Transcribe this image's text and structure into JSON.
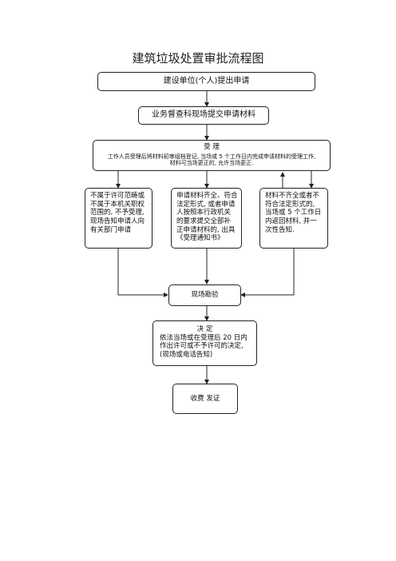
{
  "title": "建筑垃圾处置审批流程图",
  "steps": {
    "apply": "建设单位(个人)提出申请",
    "submit": "业务督查科现场提交申请材料",
    "accept": {
      "heading": "受        理",
      "lines": [
        "工作人员受理后将材料初审组档登记, 当场或 5 个工作日内完成申请材料的受理工作,",
        "材料可当场更正的, 允许当场更正."
      ]
    },
    "reject": [
      "不属于许可范畴或",
      "不属于本机关职权",
      "范围的, 不予受理,",
      "现场告知申请人向",
      "有关部门申请"
    ],
    "complete": [
      "申请材料齐全、符合",
      "法定形式, 或者申请",
      "人按照本行政机关",
      "的要求提交全部补",
      "正申请材料的, 出具",
      "《受理通知书》"
    ],
    "incomplete": [
      "材料不齐全或者不",
      "符合法定形式的,",
      "当场或 5 个工作日",
      "内返回材料, 并一",
      "次性告知."
    ],
    "inspect": "现场勘验",
    "decide": {
      "heading": "决        定",
      "lines": [
        "依法当场或在受理后  20  日内",
        "作出许可或不予许可的决定,",
        "(现场或电话告知)"
      ]
    },
    "issue": "收费  发证"
  }
}
